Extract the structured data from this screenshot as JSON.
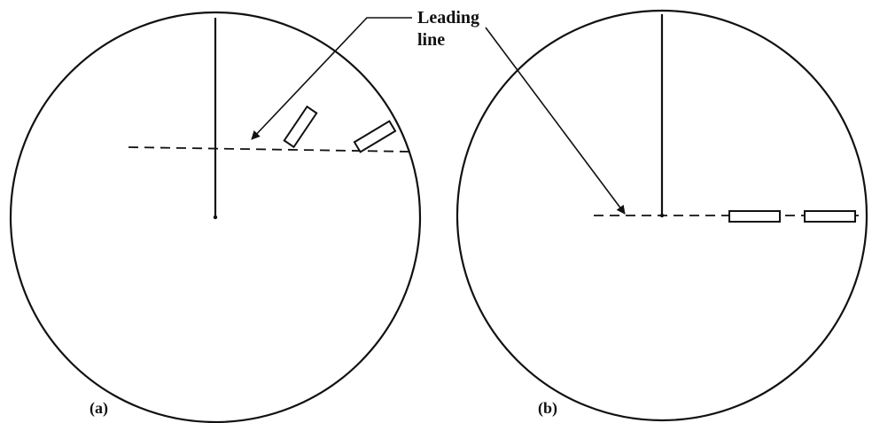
{
  "callout": {
    "line1": "Leading",
    "line2": "line"
  },
  "panels": [
    {
      "label": "(a)"
    },
    {
      "label": "(b)"
    }
  ],
  "colors": {
    "ink": "#111111",
    "background": "#ffffff"
  }
}
